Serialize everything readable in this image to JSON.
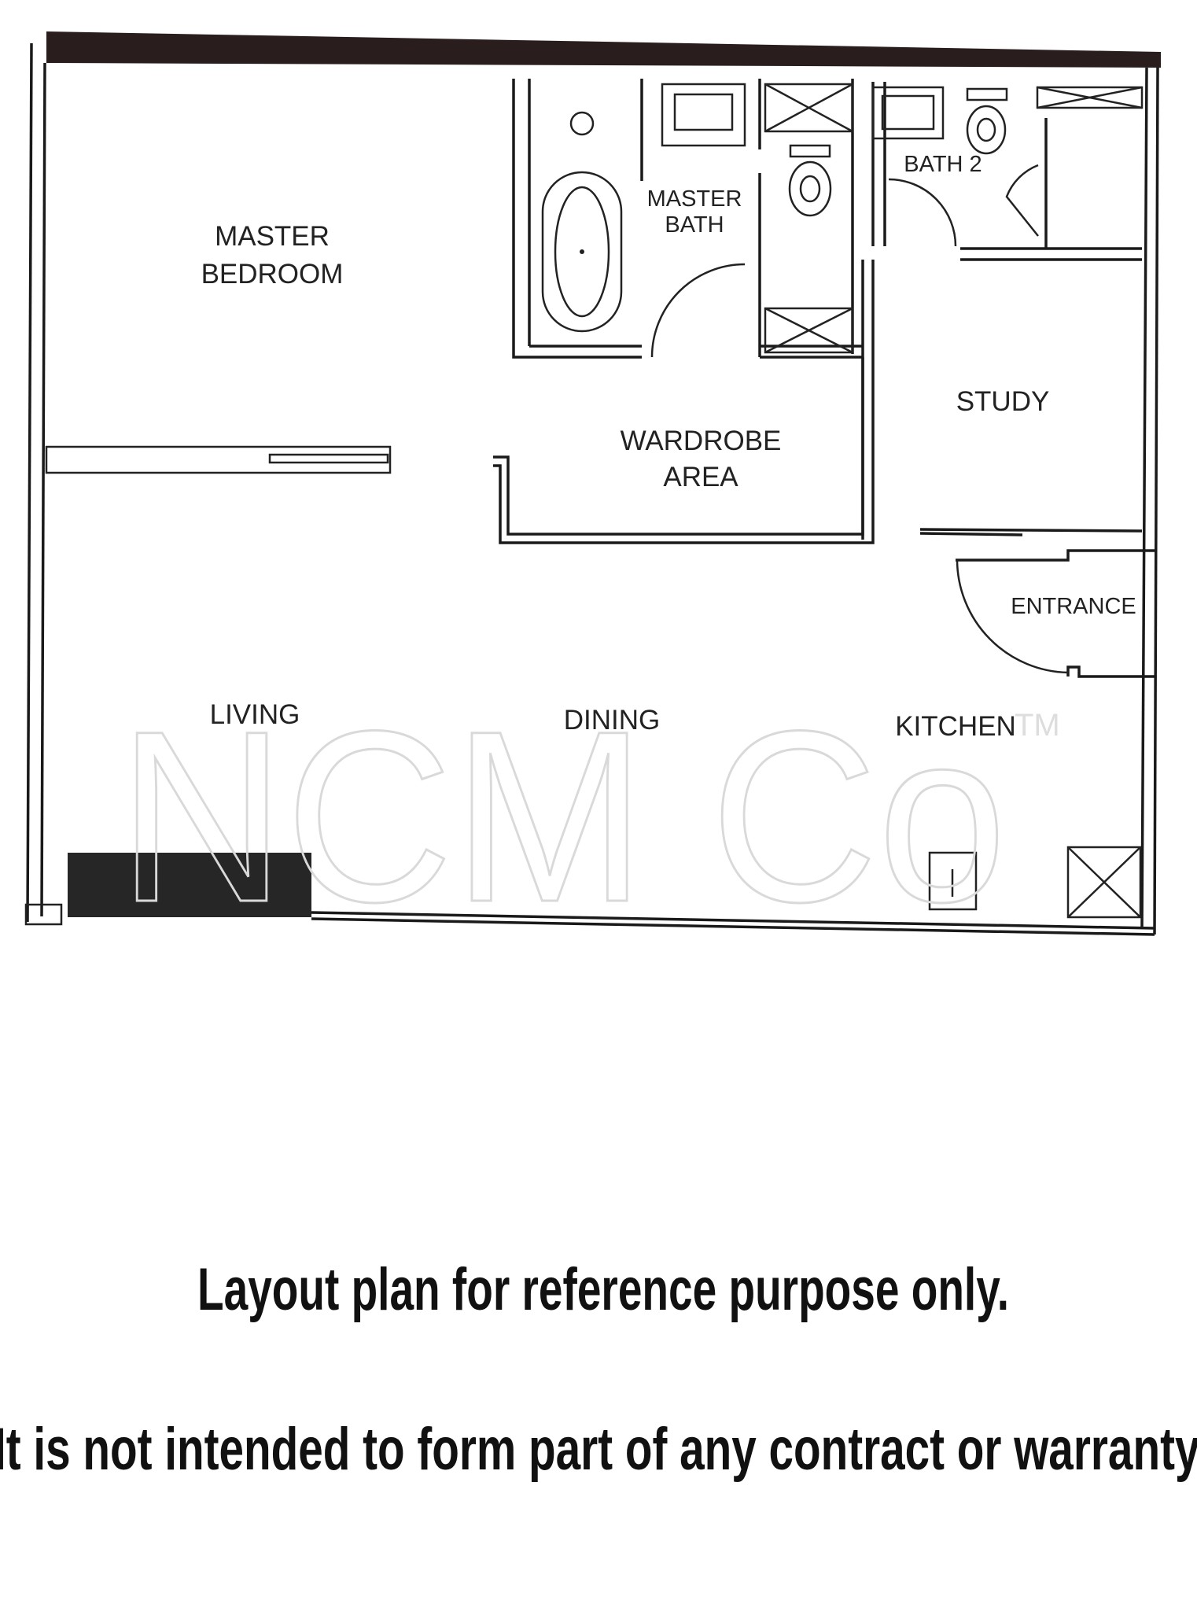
{
  "plan": {
    "rooms": {
      "master_bedroom_line1": "MASTER",
      "master_bedroom_line2": "BEDROOM",
      "master_bath_line1": "MASTER",
      "master_bath_line2": "BATH",
      "bath2": "BATH 2",
      "wardrobe_line1": "WARDROBE",
      "wardrobe_line2": "AREA",
      "study": "STUDY",
      "entrance": "ENTRANCE",
      "living": "LIVING",
      "dining": "DINING",
      "kitchen": "KITCHEN"
    },
    "watermark": "NCM Co",
    "watermark_tm": "TM"
  },
  "disclaimer": {
    "line1": "Layout plan for reference purpose only.",
    "line2": "It is not intended to form part of any contract or warranty."
  }
}
